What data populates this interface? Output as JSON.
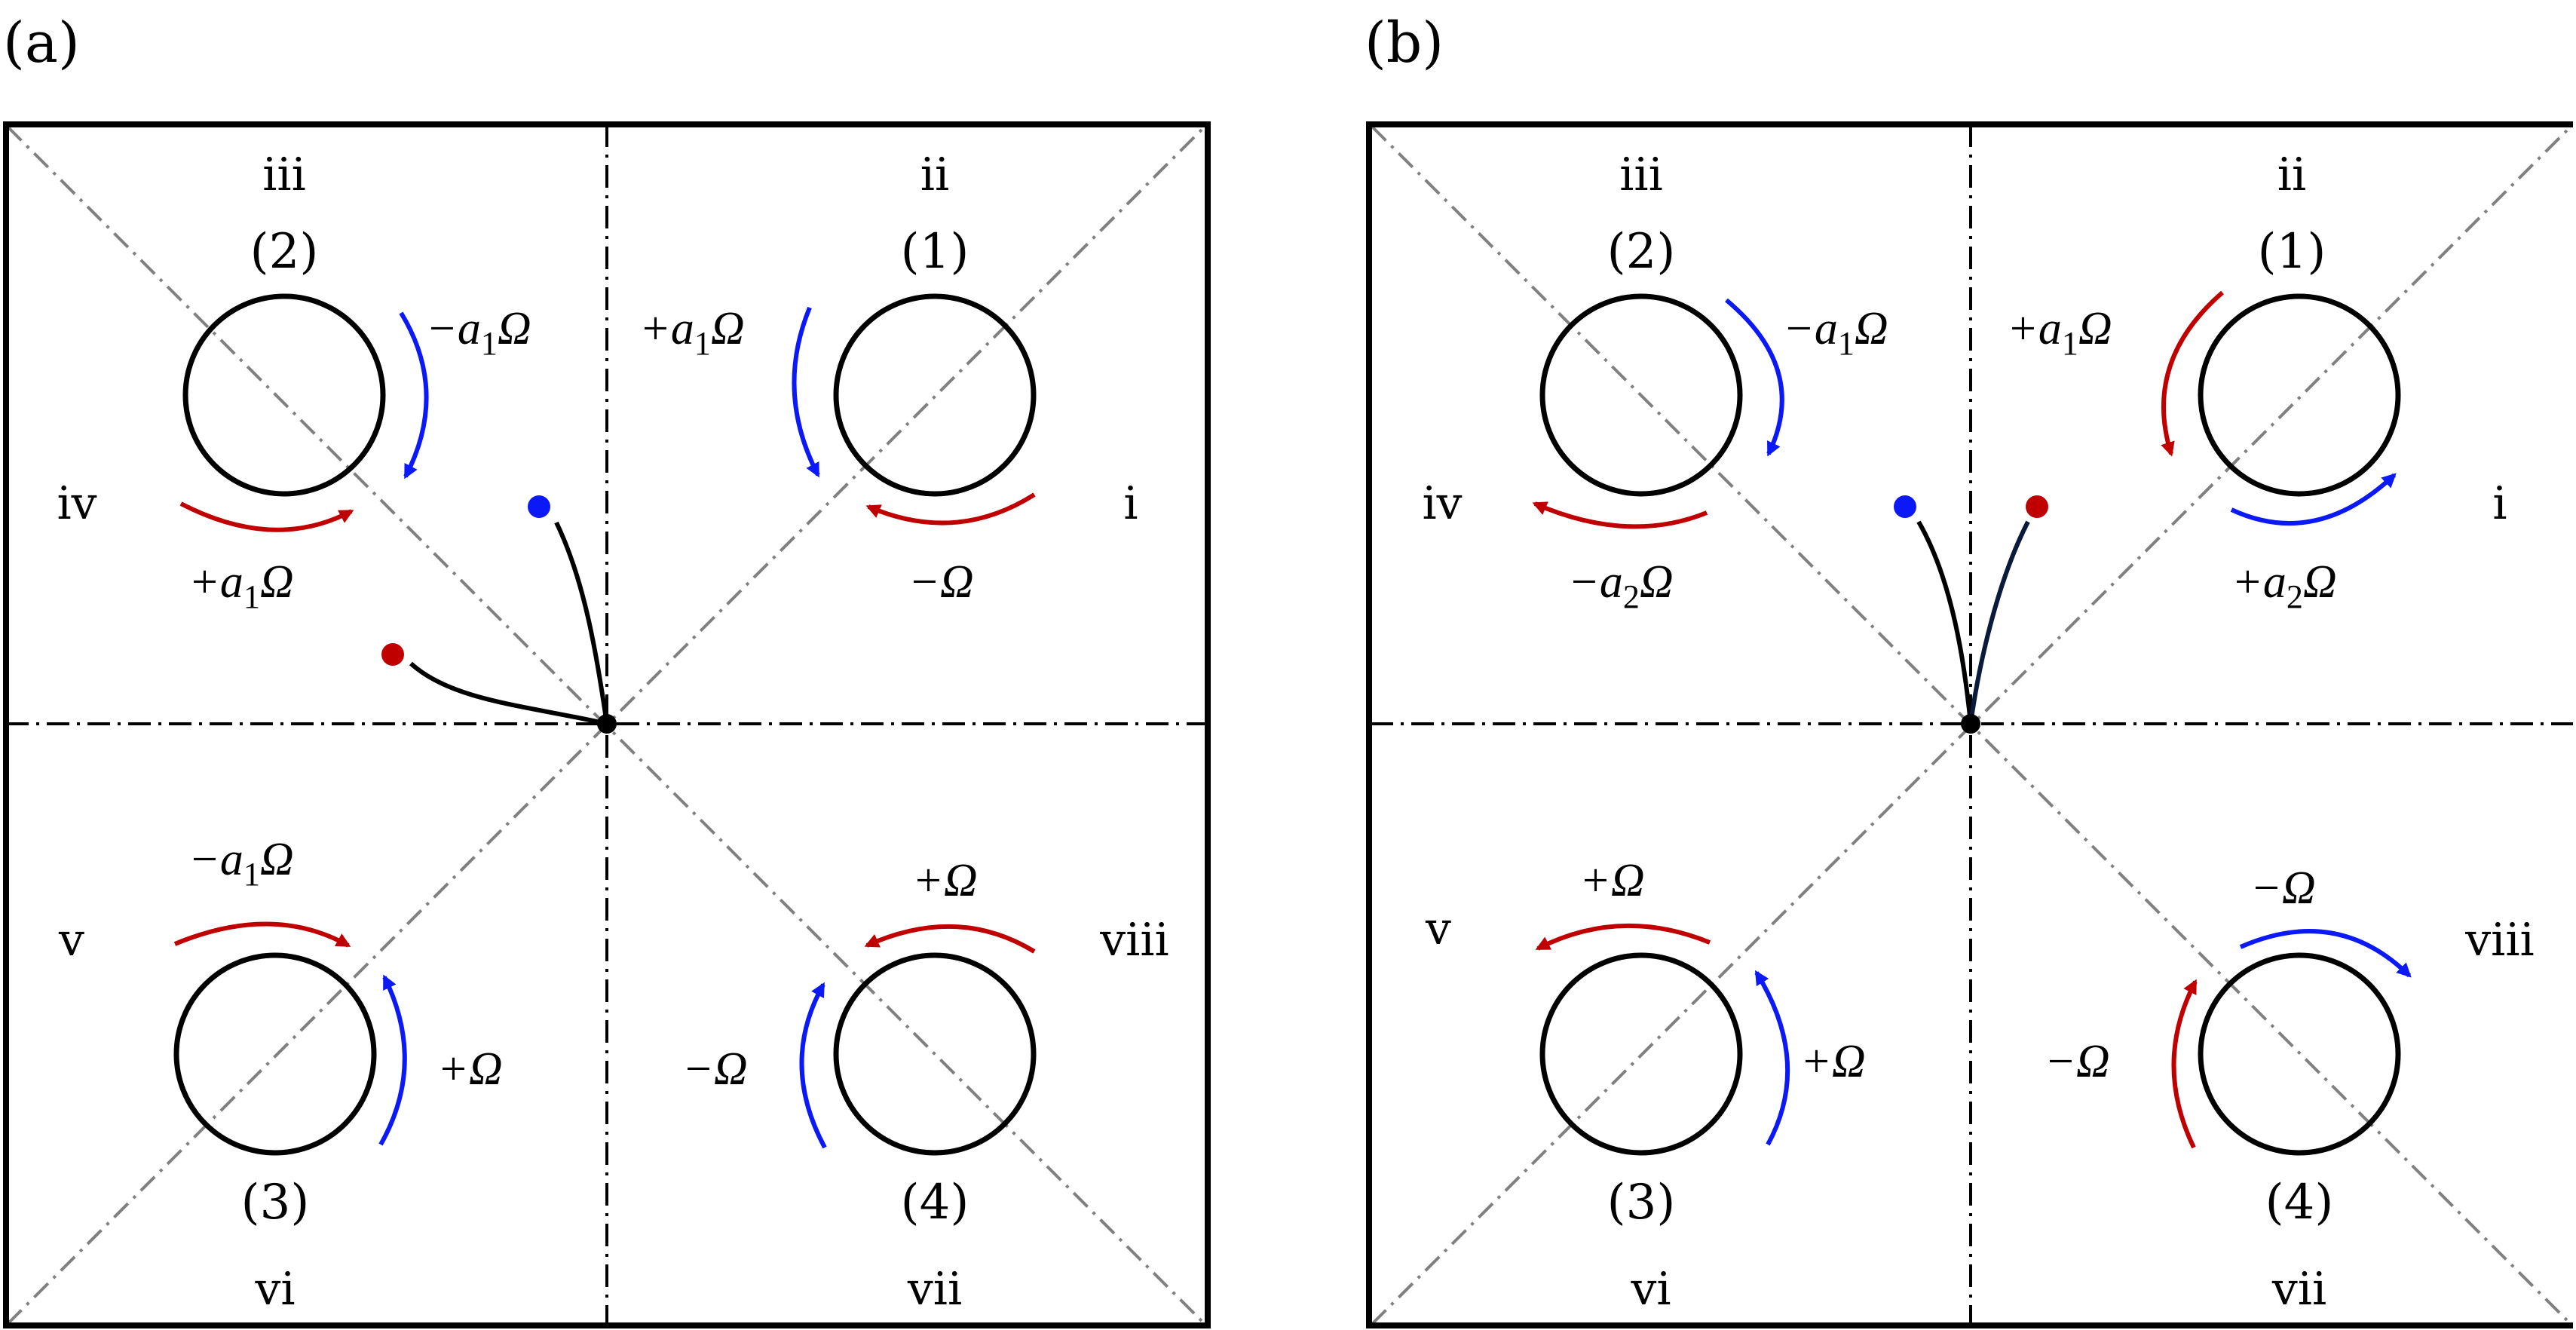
{
  "colors": {
    "red": "#c00000",
    "blue": "#0a19f5",
    "black": "#000000",
    "diagonal": "#808080"
  },
  "panels": [
    {
      "label": "(a)",
      "region_labels": {
        "i": "i",
        "ii": "ii",
        "iii": "iii",
        "iv": "iv",
        "v": "v",
        "vi": "vi",
        "vii": "vii",
        "viii": "viii"
      },
      "cylinder_labels": {
        "c1": "(1)",
        "c2": "(2)",
        "c3": "(3)",
        "c4": "(4)"
      },
      "rotation_labels": [
        {
          "id": "c2-blue",
          "text": "−a1Ω",
          "color": "blue"
        },
        {
          "id": "c2-red",
          "text": "+a1Ω",
          "color": "red"
        },
        {
          "id": "c1-blue",
          "text": "+a1Ω",
          "color": "blue"
        },
        {
          "id": "c1-red",
          "text": "−Ω",
          "color": "red"
        },
        {
          "id": "c3-red",
          "text": "−a1Ω",
          "color": "red"
        },
        {
          "id": "c3-blue",
          "text": "+Ω",
          "color": "blue"
        },
        {
          "id": "c4-red",
          "text": "+Ω",
          "color": "red"
        },
        {
          "id": "c4-blue",
          "text": "−Ω",
          "color": "blue"
        }
      ]
    },
    {
      "label": "(b)",
      "region_labels": {
        "i": "i",
        "ii": "ii",
        "iii": "iii",
        "iv": "iv",
        "v": "v",
        "vi": "vi",
        "vii": "vii",
        "viii": "viii"
      },
      "cylinder_labels": {
        "c1": "(1)",
        "c2": "(2)",
        "c3": "(3)",
        "c4": "(4)"
      },
      "rotation_labels": [
        {
          "id": "c2-blue",
          "text": "−a1Ω",
          "color": "blue"
        },
        {
          "id": "c2-red",
          "text": "−a2Ω",
          "color": "red"
        },
        {
          "id": "c1-red",
          "text": "+a1Ω",
          "color": "red"
        },
        {
          "id": "c1-blue",
          "text": "+a2Ω",
          "color": "blue"
        },
        {
          "id": "c3-red",
          "text": "+Ω",
          "color": "red"
        },
        {
          "id": "c3-blue",
          "text": "+Ω",
          "color": "blue"
        },
        {
          "id": "c4-blue",
          "text": "−Ω",
          "color": "blue"
        },
        {
          "id": "c4-red",
          "text": "−Ω",
          "color": "red"
        }
      ]
    }
  ]
}
